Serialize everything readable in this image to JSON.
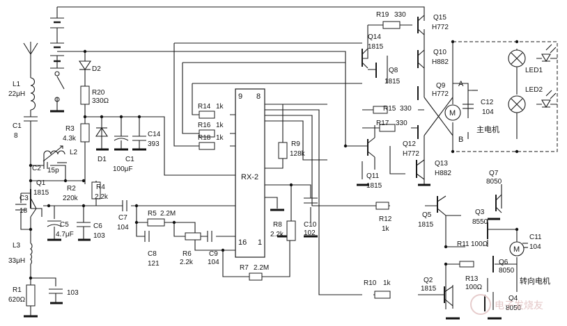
{
  "ic": {
    "name": "RX-2",
    "pin9": "9",
    "pin8": "8",
    "pin16": "16",
    "pin1": "1"
  },
  "coils": {
    "L1": "L1",
    "L1_val": "22μH",
    "L2": "L2",
    "L3": "L3",
    "L3_val": "33μH"
  },
  "resistors": {
    "R1": "R1",
    "R1_val": "620Ω",
    "R2": "R2",
    "R2_val": "220k",
    "R3": "R3",
    "R3_val": "4.3k",
    "R4": "R4",
    "R4_val": "2.2k",
    "R5": "R5",
    "R5_val": "2.2M",
    "R6": "R6",
    "R6_val": "2.2k",
    "R7": "R7",
    "R7_val": "2.2M",
    "R8": "R8",
    "R8_val": "2.2k",
    "R9": "R9",
    "R9_val": "128k",
    "R10": "R10",
    "R10_val": "1k",
    "R11": "R11",
    "R11_val": "100Ω",
    "R12": "R12",
    "R12_val": "1k",
    "R13": "R13",
    "R13_val": "100Ω",
    "R14": "R14",
    "R14_val": "1k",
    "R15": "R15",
    "R15_val": "330",
    "R16": "R16",
    "R16_val": "1k",
    "R17": "R17",
    "R17_val": "330",
    "R18": "R18",
    "R18_val": "1k",
    "R19": "R19",
    "R19_val": "330",
    "R20": "R20",
    "R20_val": "330Ω"
  },
  "capacitors": {
    "C1a": "C1",
    "C1a_val": "8",
    "C1b": "C1",
    "C1b_val": "100μF",
    "C2": "C2",
    "C2_val": "15p",
    "C3": "C3",
    "C3_val": "18",
    "C5": "C5",
    "C5_val": "4.7μF",
    "C6": "C6",
    "C6_val": "103",
    "C7": "C7",
    "C7_val": "104",
    "C8": "C8",
    "C8_val": "121",
    "C9": "C9",
    "C9_val": "104",
    "C10": "C10",
    "C10_val": "102",
    "C11": "C11",
    "C11_val": "104",
    "C12": "C12",
    "C12_val": "104",
    "C14": "C14",
    "C14_val": "393",
    "C_bottom_val": "103"
  },
  "transistors": {
    "Q1": "Q1",
    "Q1_val": "1815",
    "Q2": "Q2",
    "Q2_val": "1815",
    "Q3": "Q3",
    "Q3_val": "8550",
    "Q4": "Q4",
    "Q4_val": "8050",
    "Q5": "Q5",
    "Q5_val": "1815",
    "Q6": "Q6",
    "Q6_val": "8050",
    "Q7": "Q7",
    "Q7_val": "8050",
    "Q8": "Q8",
    "Q8_val": "1815",
    "Q9": "Q9",
    "Q9_val": "H772",
    "Q10": "Q10",
    "Q10_val": "H882",
    "Q11": "Q11",
    "Q11_val": "1815",
    "Q12": "Q12",
    "Q12_val": "H772",
    "Q13": "Q13",
    "Q13_val": "H882",
    "Q14": "Q14",
    "Q14_val": "1815",
    "Q15": "Q15",
    "Q15_val": "H772"
  },
  "diodes": {
    "D1": "D1",
    "D2": "D2"
  },
  "leds": {
    "LED1": "LED1",
    "LED2": "LED2"
  },
  "nodes": {
    "A": "A",
    "B": "B"
  },
  "motors": {
    "main": "主电机",
    "steer": "转向电机",
    "symbol": "M"
  },
  "watermark": "电子发烧友"
}
